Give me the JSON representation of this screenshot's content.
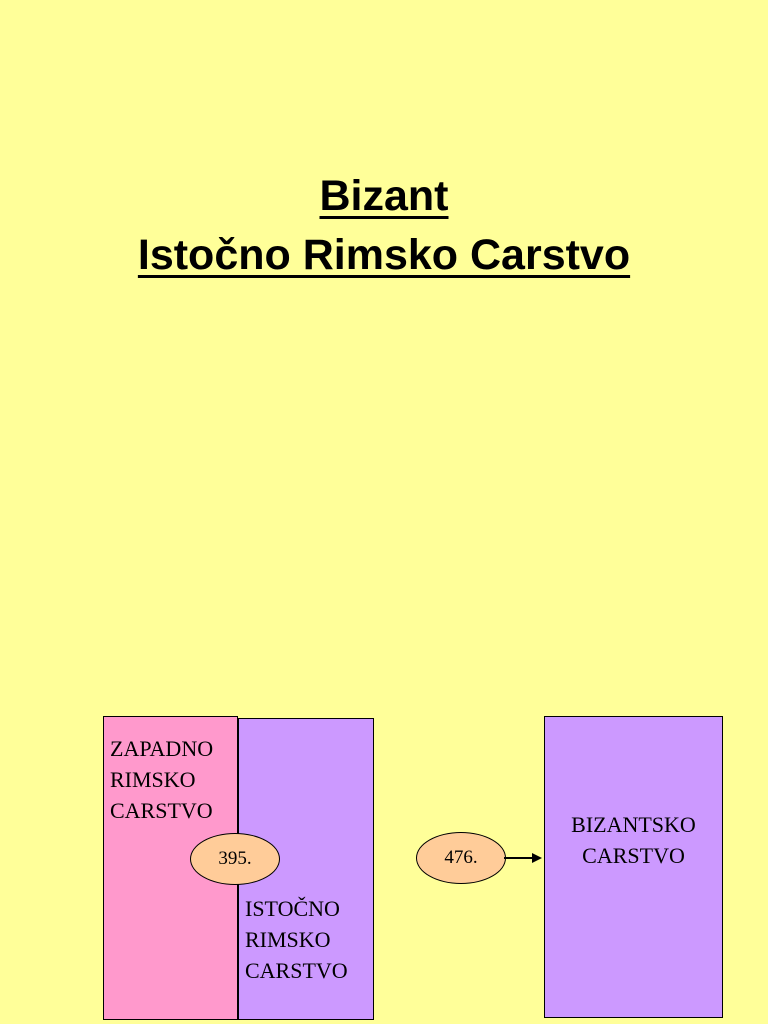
{
  "title": {
    "line1": "Bizant",
    "line2": "Istočno Rimsko Carstvo"
  },
  "boxes": {
    "west": {
      "lines": [
        "ZAPADNO",
        "RIMSKO",
        "CARSTVO"
      ],
      "color": "#ff99cc"
    },
    "east": {
      "lines": [
        "ISTOČNO",
        "RIMSKO",
        "CARSTVO"
      ],
      "color": "#cc99ff"
    },
    "byzantine": {
      "lines": [
        "BIZANTSKO",
        "CARSTVO"
      ],
      "color": "#cc99ff"
    }
  },
  "dates": {
    "split": "395.",
    "fall": "476."
  },
  "colors": {
    "background": "#ffff99",
    "date_oval": "#ffcc99"
  }
}
